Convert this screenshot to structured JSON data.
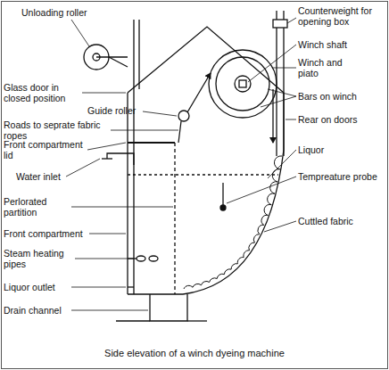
{
  "diagram": {
    "caption": "Side elevation of a winch dyeing machine",
    "labels": [
      "Unloading roller",
      "Counterweight for opening box",
      "Winch shaft",
      "Glass door in closed position",
      "Winch and piato",
      "Guide roller",
      "Bars on winch",
      "Roads to seprate fabric ropes",
      "Rear on doors",
      "Front compartment lid",
      "Liquor",
      "Water inlet",
      "Perlorated partition",
      "Tempreature probe",
      "Front compartment",
      "Cuttled fabric",
      "Steam heating pipes",
      "Liquor outlet",
      "Drain channel"
    ]
  }
}
